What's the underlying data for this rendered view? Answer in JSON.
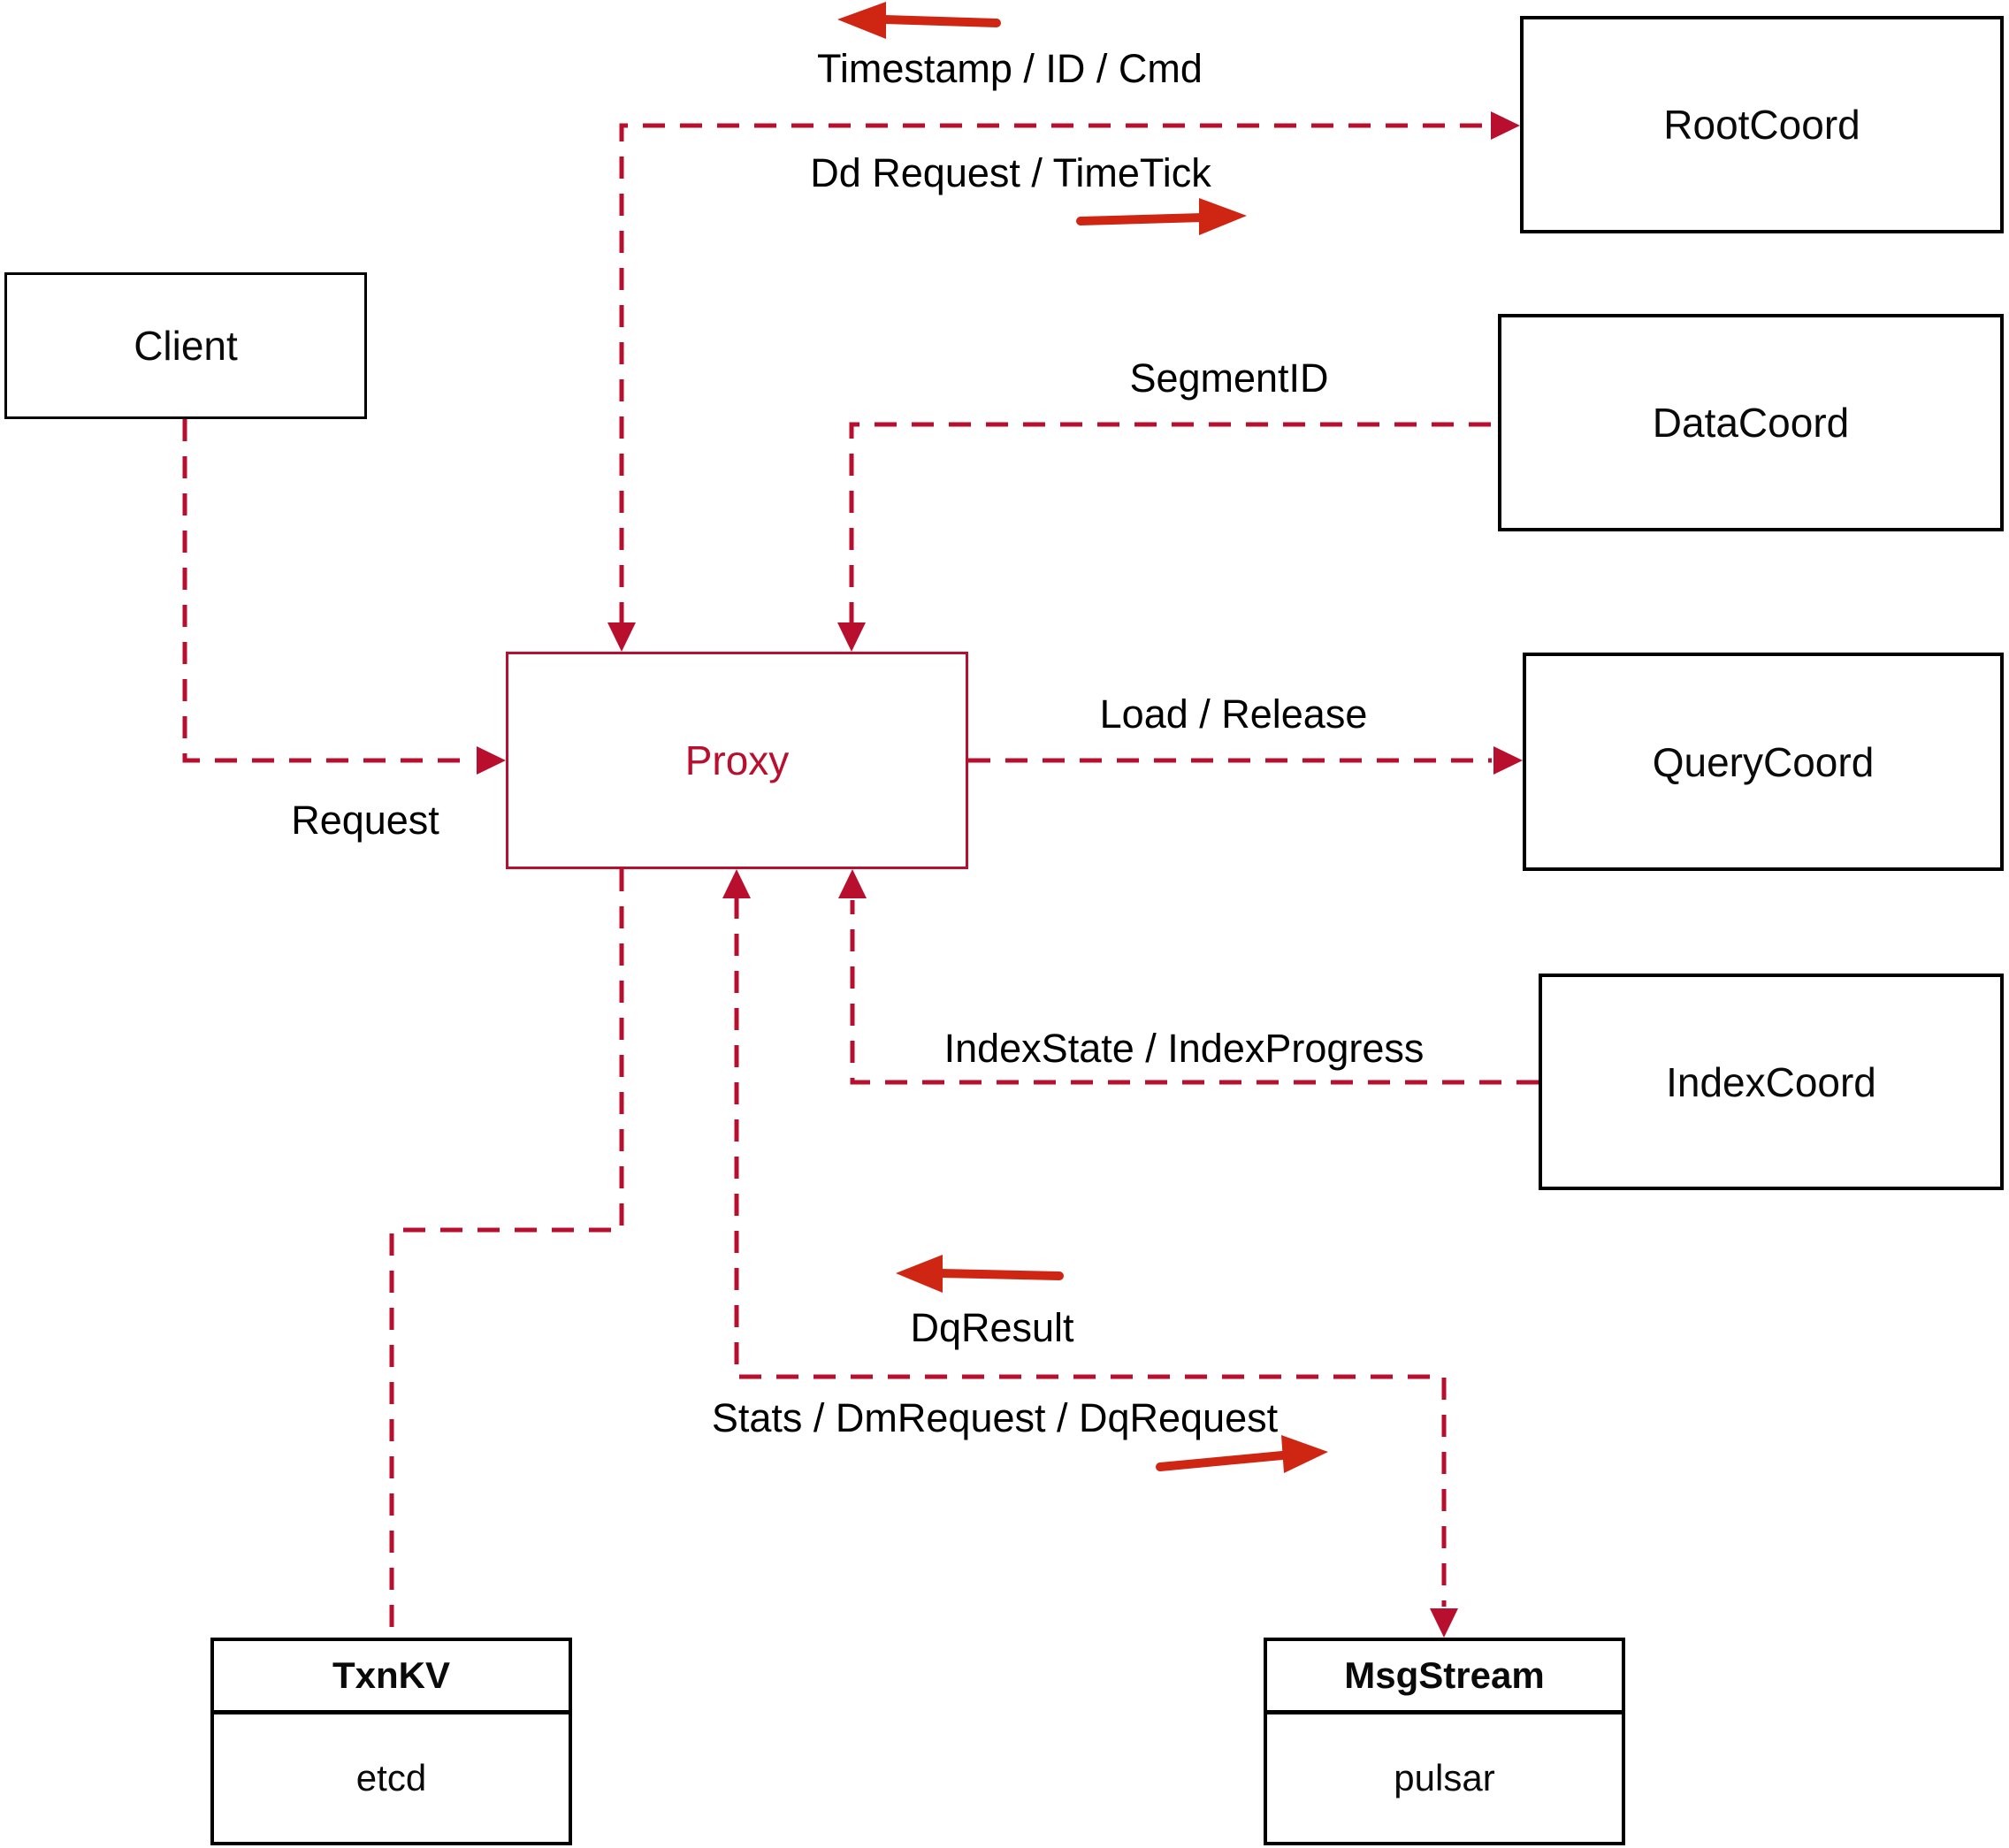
{
  "diagram": {
    "nodes": {
      "client": {
        "label": "Client"
      },
      "proxy": {
        "label": "Proxy"
      },
      "root_coord": {
        "label": "RootCoord"
      },
      "data_coord": {
        "label": "DataCoord"
      },
      "query_coord": {
        "label": "QueryCoord"
      },
      "index_coord": {
        "label": "IndexCoord"
      },
      "txn_kv": {
        "title": "TxnKV",
        "value": "etcd"
      },
      "msg_stream": {
        "title": "MsgStream",
        "value": "pulsar"
      }
    },
    "edge_labels": {
      "timestamp": "Timestamp / ID / Cmd",
      "dd_request": "Dd Request / TimeTick",
      "segment_id": "SegmentID",
      "request": "Request",
      "load_release": "Load / Release",
      "index_state": "IndexState / IndexProgress",
      "dq_result": "DqResult",
      "stats": "Stats / DmRequest / DqRequest"
    }
  },
  "colors": {
    "crimson": "#b90f2e",
    "arrowred": "#cf2513",
    "ink": "#000000"
  }
}
